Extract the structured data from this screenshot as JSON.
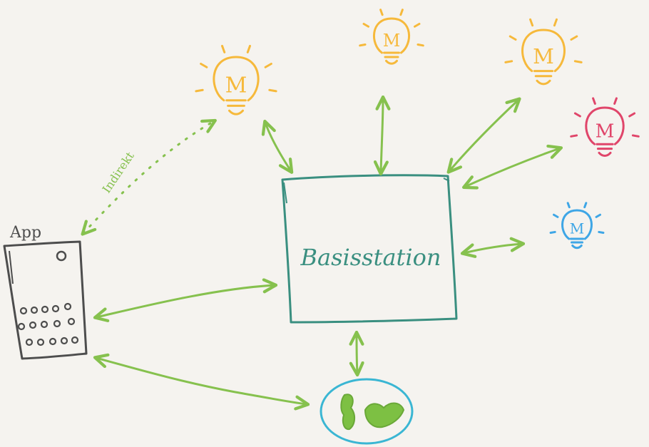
{
  "app": {
    "label": "App"
  },
  "station": {
    "label": "Basisstation"
  },
  "indirect": {
    "label": "Indirekt"
  },
  "bulbs": [
    {
      "glyph": "M",
      "color": "#f6b93b",
      "name": "bulb-top-left"
    },
    {
      "glyph": "M",
      "color": "#f6b93b",
      "name": "bulb-top-center"
    },
    {
      "glyph": "M",
      "color": "#f6b93b",
      "name": "bulb-top-right"
    },
    {
      "glyph": "M",
      "color": "#e0456a",
      "name": "bulb-right-red"
    },
    {
      "glyph": "M",
      "color": "#3ea6e6",
      "name": "bulb-right-blue"
    }
  ],
  "colors": {
    "arrow": "#86c14e",
    "station": "#3a8f80",
    "app": "#4d4d4d",
    "device_ring": "#3ab6d3",
    "device_fill": "#7dc043"
  }
}
